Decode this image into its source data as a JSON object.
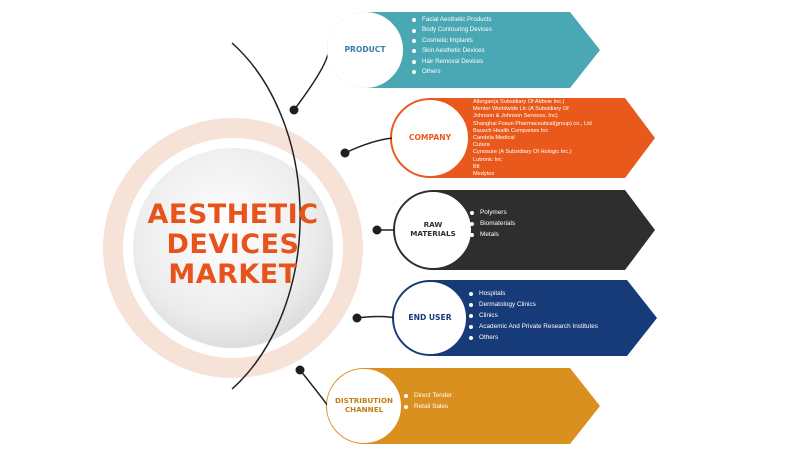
{
  "hub": {
    "lines": [
      "AESTHETIC",
      "DEVICES",
      "MARKET"
    ]
  },
  "segments": [
    {
      "label": [
        "PRODUCT"
      ],
      "color": "#4aa7b4",
      "label_color": "#3a7ea8",
      "items": [
        "Facial Aesthetic Products",
        "Body Contouring Devices",
        "Cosmetic Implants",
        "Skin Aesthetic Devices",
        "Hair Removal Devices",
        "Others"
      ]
    },
    {
      "label": [
        "COMPANY"
      ],
      "color": "#e9591c",
      "label_color": "#e9591c",
      "items": [
        "Allergan(a Subsidiary Of Abbvie Inc.)",
        "Mentor Worldwide Llc (A Subsidiary Of",
        "Johnson & Johnson Services, Inc)",
        "Shanghai Fosun Pharmaceutical(group) co., Ltd",
        "Bausch Health Companies Inc",
        "Candela Medical",
        "Cutera",
        "Cynosure (A Subsidiary Of Hologic Inc.)",
        "Lutronic Inc",
        "Btl",
        "Medytox"
      ]
    },
    {
      "label": [
        "RAW",
        "MATERIALS"
      ],
      "color": "#2e2e2e",
      "label_color": "#2e2e2e",
      "items": [
        "Polymers",
        "Biomaterials",
        "Metals"
      ]
    },
    {
      "label": [
        "END USER"
      ],
      "color": "#173a78",
      "label_color": "#173a78",
      "items": [
        "Hospitals",
        "Dermatology Clinics",
        "Clinics",
        "Academic And Private Research Institutes",
        "Others"
      ]
    },
    {
      "label": [
        "DISTRIBUTION",
        "CHANNEL"
      ],
      "color": "#d9901f",
      "label_color": "#c47e14",
      "items": [
        "Direct Tender",
        "Retail Sales"
      ]
    }
  ]
}
